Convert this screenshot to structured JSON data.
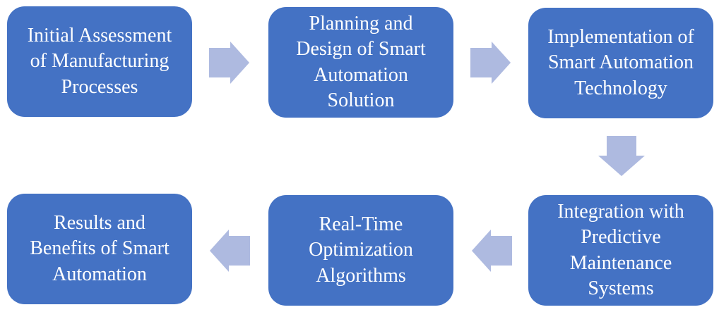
{
  "diagram": {
    "type": "process-flow",
    "colors": {
      "background": "#FFFFFF",
      "box_fill": "#4472C4",
      "box_text": "#FFFFFF",
      "arrow_fill": "#AEBAE0"
    },
    "boxes": [
      {
        "id": "initial-assessment",
        "label": "Initial Assessment\nof Manufacturing\nProcesses"
      },
      {
        "id": "planning-design",
        "label": "Planning and\nDesign of Smart\nAutomation\nSolution"
      },
      {
        "id": "implementation",
        "label": "Implementation of\nSmart Automation\nTechnology"
      },
      {
        "id": "integration",
        "label": "Integration with\nPredictive\nMaintenance\nSystems"
      },
      {
        "id": "realtime-optimization",
        "label": "Real-Time\nOptimization\nAlgorithms"
      },
      {
        "id": "results-benefits",
        "label": "Results and\nBenefits of Smart\nAutomation"
      }
    ],
    "arrows": [
      {
        "id": "arrow-1",
        "direction": "right"
      },
      {
        "id": "arrow-2",
        "direction": "right"
      },
      {
        "id": "arrow-3",
        "direction": "down"
      },
      {
        "id": "arrow-4",
        "direction": "left"
      },
      {
        "id": "arrow-5",
        "direction": "left"
      }
    ]
  }
}
